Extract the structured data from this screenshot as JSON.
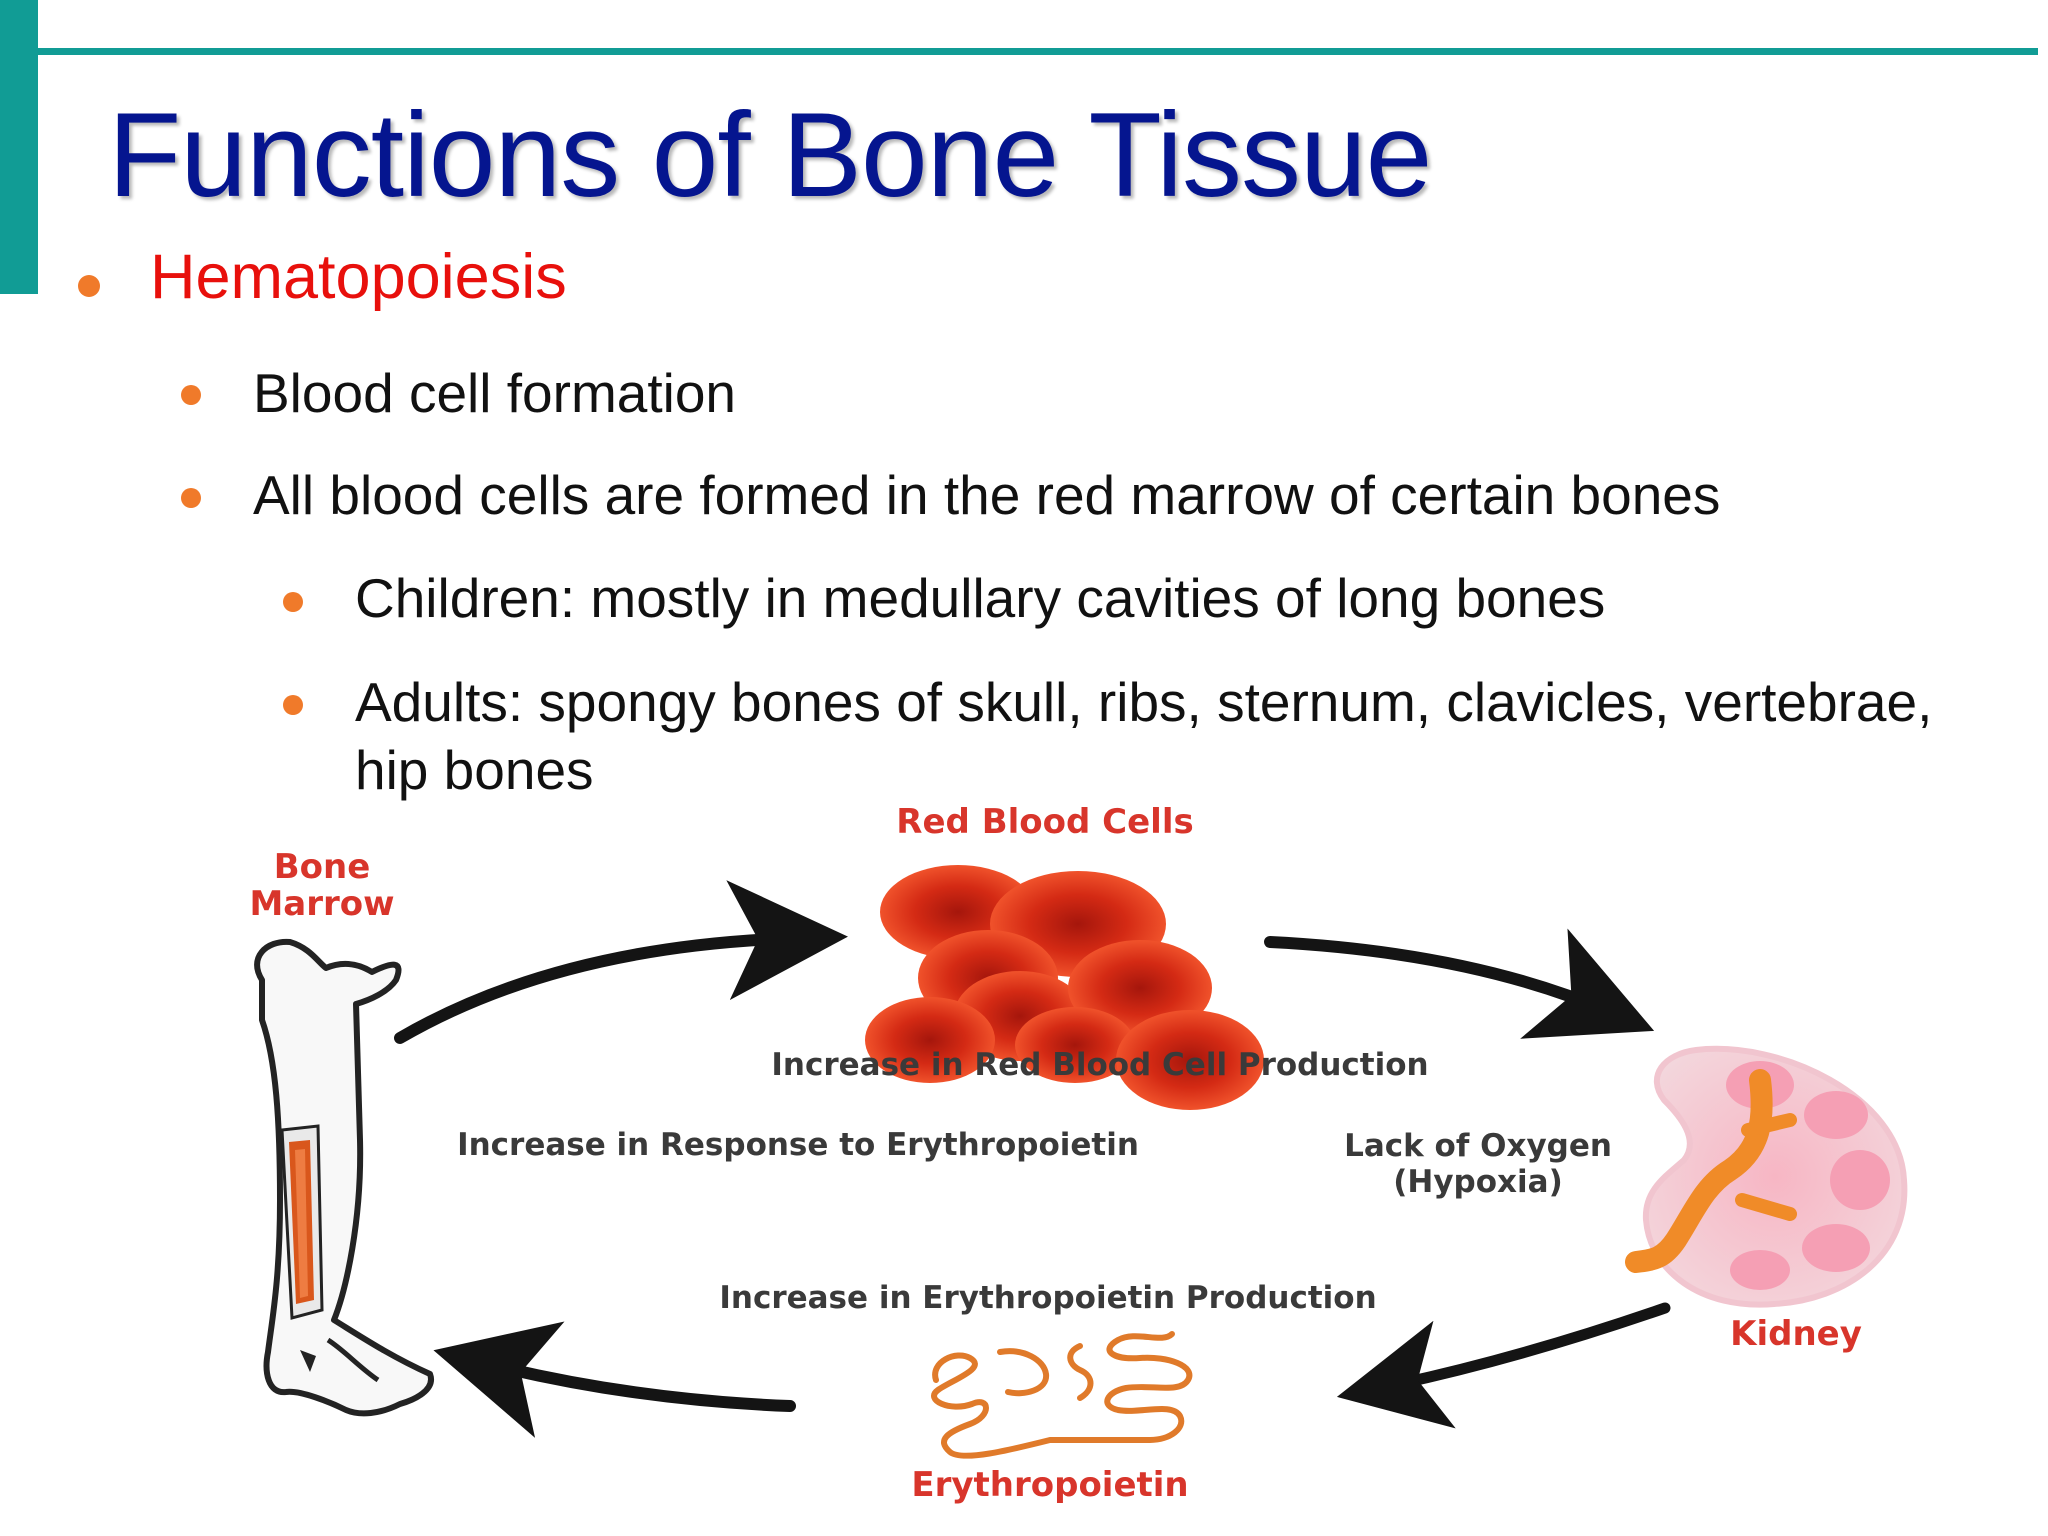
{
  "slide": {
    "title": "Functions of Bone Tissue",
    "bullets": [
      {
        "level": 1,
        "text": "Hematopoiesis"
      },
      {
        "level": 2,
        "text": "Blood cell formation"
      },
      {
        "level": 2,
        "text": "All blood cells are formed in the red marrow of certain bones"
      },
      {
        "level": 3,
        "text": "Children:  mostly in medullary cavities of long bones"
      },
      {
        "level": 3,
        "text": "Adults:  spongy bones of skull, ribs, sternum, clavicles, vertebrae, hip bones"
      }
    ]
  },
  "diagram": {
    "red_blood_cells_label": "Red Blood Cells",
    "bone_marrow_label_line1": "Bone",
    "bone_marrow_label_line2": "Marrow",
    "kidney_label": "Kidney",
    "erythropoietin_label": "Erythropoietin",
    "step_rbc_production": "Increase in Red Blood Cell Production",
    "step_response": "Increase in Response to Erythropoietin",
    "step_lack_oxygen_line1": "Lack of Oxygen",
    "step_lack_oxygen_line2": "(Hypoxia)",
    "step_epo_production": "Increase in Erythropoietin Production"
  },
  "colors": {
    "accent_teal": "#119c95",
    "title_blue": "#05158f",
    "bullet_red": "#e8100c",
    "bullet_dot_orange": "#f07a2a",
    "label_red": "#d8352b",
    "label_grey": "#3a3a3a"
  }
}
